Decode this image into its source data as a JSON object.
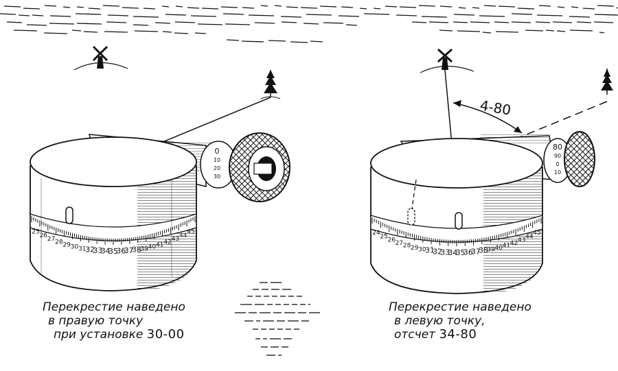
{
  "left_panel": {
    "caption_line1": "Перекрестие наведено",
    "caption_line2": "в правую точку",
    "caption_line3": "при установке",
    "caption_value": "30-00",
    "scale_labels": [
      "25",
      "26",
      "27",
      "28",
      "29",
      "30",
      "31",
      "32",
      "33",
      "34",
      "35",
      "36",
      "37",
      "38",
      "39",
      "40",
      "41",
      "42",
      "43",
      "44",
      "45"
    ],
    "knob_labels": [
      "0",
      "10",
      "20",
      "30"
    ]
  },
  "right_panel": {
    "caption_line1": "Перекрестие наведено",
    "caption_line2": "в левую точку,",
    "caption_line3": "отсчет",
    "caption_value": "34-80",
    "angle_label": "4-80",
    "scale_labels": [
      "24",
      "25",
      "26",
      "27",
      "28",
      "29",
      "30",
      "31",
      "32",
      "33",
      "34",
      "35",
      "36",
      "37",
      "38",
      "39",
      "40",
      "41",
      "42",
      "43",
      "44",
      "45"
    ],
    "knob_labels": [
      "80",
      "90",
      "0",
      "10"
    ]
  },
  "icons": [
    "windmill-icon",
    "fir-tree-icon",
    "cloud-strokes",
    "ground-hatching"
  ],
  "colors": {
    "ink": "#111111",
    "paper": "#ffffff"
  }
}
